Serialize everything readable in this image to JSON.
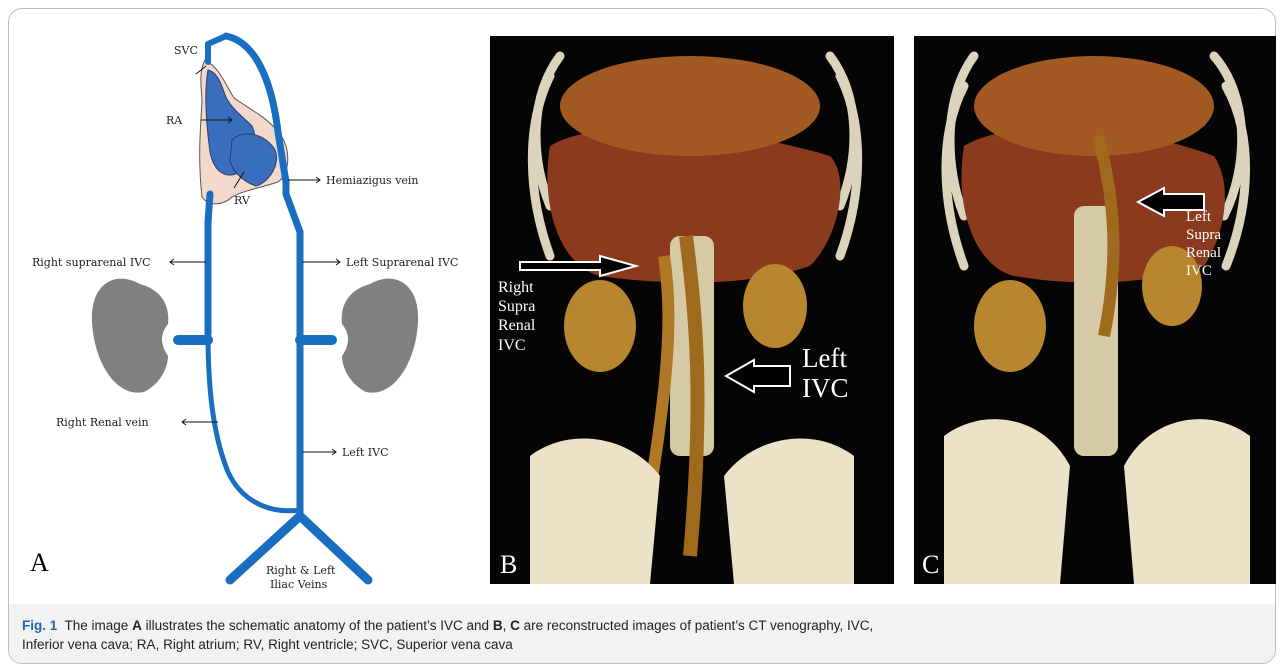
{
  "panel_a": {
    "letter": "A",
    "labels": {
      "svc": "SVC",
      "ra": "RA",
      "rv": "RV",
      "hemiazigus": "Hemiazigus vein",
      "right_suprarenal": "Right suprarenal IVC",
      "left_suprarenal": "Left Suprarenal IVC",
      "right_renal": "Right Renal vein",
      "left_ivc": "Left IVC",
      "iliac_line1": "Right & Left",
      "iliac_line2": "Iliac Veins"
    }
  },
  "panel_b": {
    "letter": "B",
    "label_right_line1": "Right",
    "label_right_line2": "Supra",
    "label_right_line3": "Renal",
    "label_right_line4": "IVC",
    "label_left_line1": "Left",
    "label_left_line2": "IVC"
  },
  "panel_c": {
    "letter": "C",
    "label_line1": "Left",
    "label_line2": "Supra",
    "label_line3": "Renal",
    "label_line4": "IVC"
  },
  "caption": {
    "fig_label": "Fig. 1",
    "part1": "The image",
    "a": "A",
    "part2": "illustrates the schematic anatomy of the patient’s IVC and",
    "b": "B",
    "comma": ",",
    "c": "C",
    "part3": "are reconstructed images of patient’s CT venography, IVC,",
    "line2": "Inferior vena cava; RA, Right atrium; RV, Right ventricle; SVC, Superior vena cava"
  },
  "colors": {
    "vein_blue": "#1a6ec2",
    "heart_blue": "#3a6fbd",
    "heart_pink": "#f4d8cc",
    "kidney_gray": "#808080",
    "ct_background": "#050505",
    "ct_liver": "#8b3a1e",
    "ct_bone": "#ece2c8",
    "ct_vessel": "#b8741f",
    "caption_fig": "#2563b0"
  }
}
